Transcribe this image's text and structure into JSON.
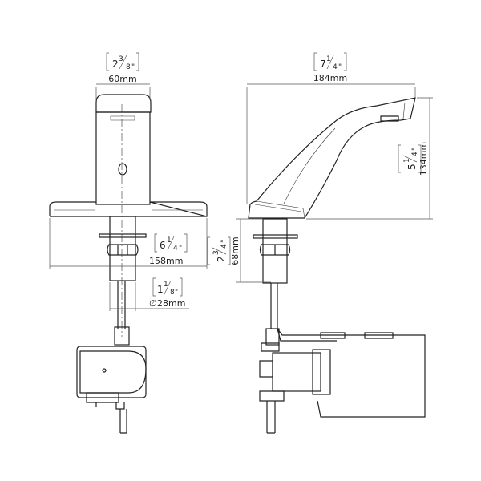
{
  "front_view": {
    "width_mm": "60mm",
    "width_in": {
      "whole": "2",
      "num": "3",
      "den": "8"
    },
    "base_mm": "158mm",
    "base_in": {
      "whole": "6",
      "num": "1",
      "den": "4"
    },
    "stem_diameter_mm": "28mm",
    "stem_in": {
      "whole": "1",
      "num": "1",
      "den": "8"
    },
    "diameter_symbol": "∅"
  },
  "side_view": {
    "length_mm": "184mm",
    "length_in": {
      "whole": "7",
      "num": "1",
      "den": "4"
    },
    "height_mm": "134mm",
    "height_in": {
      "whole": "5",
      "num": "1",
      "den": "4"
    },
    "stem_mm": "68mm",
    "stem_in": {
      "whole": "2",
      "num": "3",
      "den": "4"
    }
  },
  "inch_mark": "\""
}
